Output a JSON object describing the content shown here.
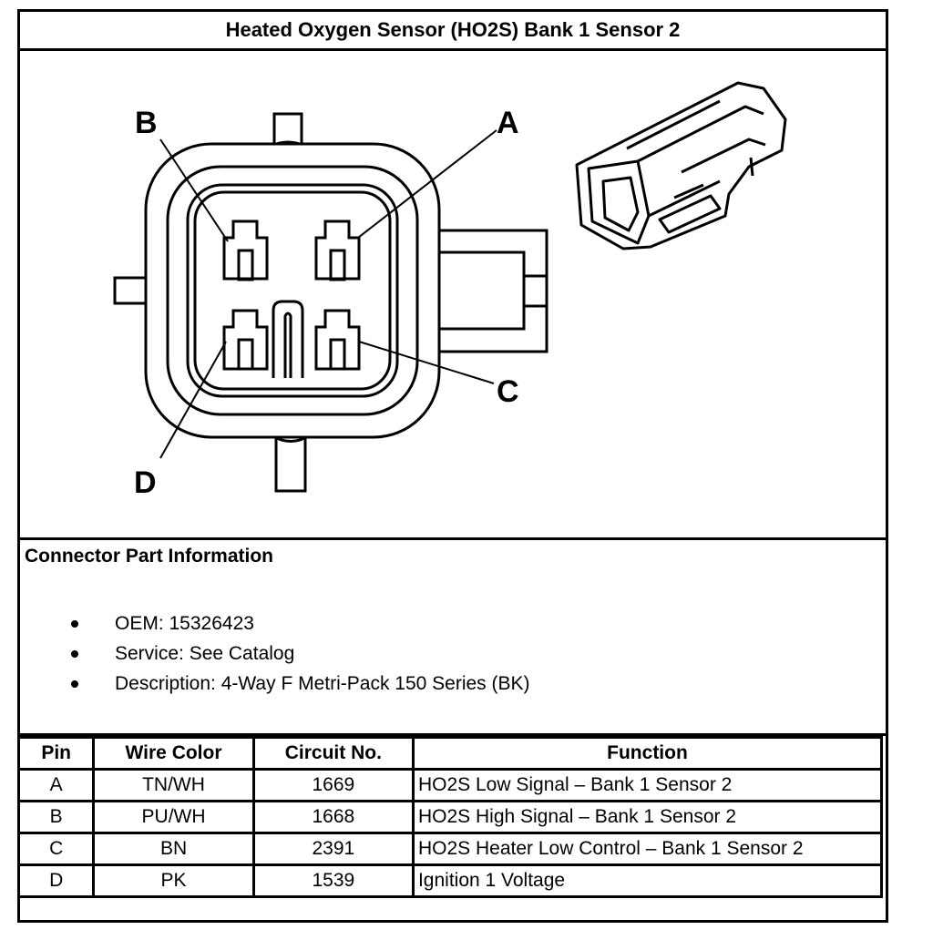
{
  "title": "Heated Oxygen Sensor (HO2S) Bank 1 Sensor 2",
  "diagram": {
    "pin_labels": [
      "A",
      "B",
      "C",
      "D"
    ]
  },
  "connector_info": {
    "heading": "Connector Part Information",
    "items": [
      "OEM: 15326423",
      "Service: See Catalog",
      "Description: 4-Way F Metri-Pack 150 Series (BK)"
    ]
  },
  "pin_table": {
    "headers": [
      "Pin",
      "Wire Color",
      "Circuit No.",
      "Function"
    ],
    "rows": [
      [
        "A",
        "TN/WH",
        "1669",
        "HO2S Low Signal – Bank 1 Sensor 2"
      ],
      [
        "B",
        "PU/WH",
        "1668",
        "HO2S High Signal – Bank 1 Sensor 2"
      ],
      [
        "C",
        "BN",
        "2391",
        "HO2S Heater Low Control – Bank 1 Sensor 2"
      ],
      [
        "D",
        "PK",
        "1539",
        "Ignition 1 Voltage"
      ]
    ]
  }
}
